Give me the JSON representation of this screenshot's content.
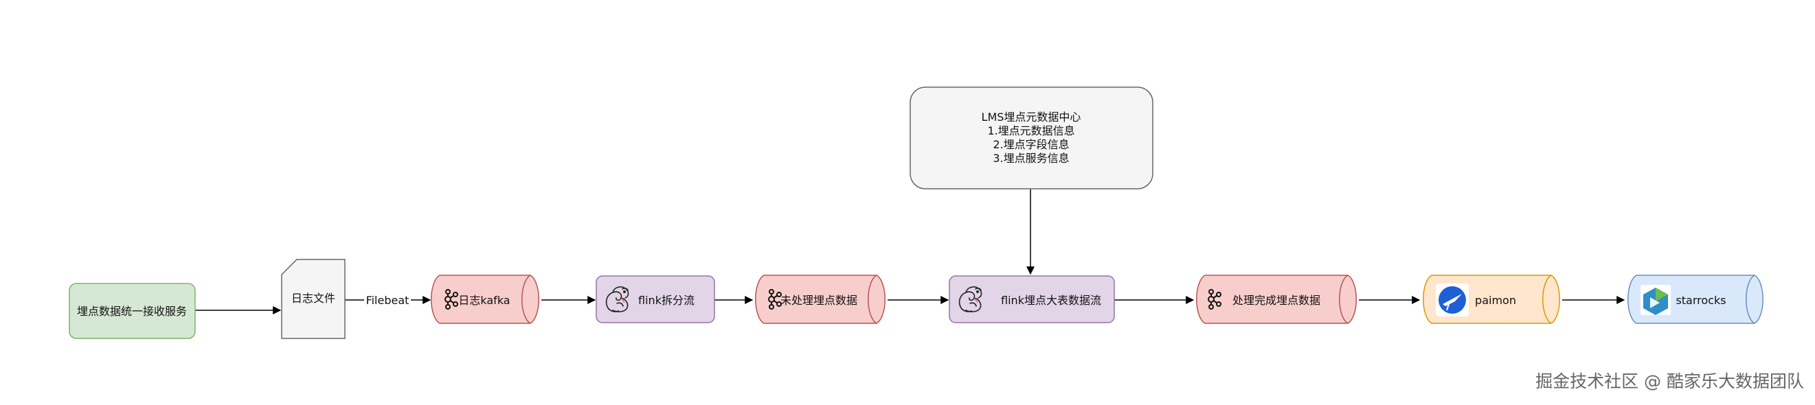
{
  "nodes": {
    "receive_service": "埋点数据统一接收服务",
    "log_file": "日志文件",
    "log_kafka": "日志kafka",
    "flink_split": "flink拆分流",
    "unprocessed": "未处理埋点数据",
    "flink_wide": "flink埋点大表数据流",
    "processed": "处理完成埋点数据",
    "paimon": "paimon",
    "starrocks": "starrocks"
  },
  "lms": {
    "title": "LMS埋点元数据中心",
    "items": [
      "1.埋点元数据信息",
      "2.埋点字段信息",
      "3.埋点服务信息"
    ]
  },
  "edge_labels": {
    "filebeat": "Filebeat"
  },
  "watermark": "掘金技术社区 @ 酷家乐大数据团队",
  "icons": {
    "kafka": "kafka-icon",
    "flink": "flink-squirrel-icon",
    "paimon": "paimon-icon",
    "starrocks": "starrocks-icon"
  },
  "colors": {
    "green_fill": "#d5e8d4",
    "green_stroke": "#82b366",
    "red_fill": "#f8cecc",
    "red_stroke": "#b85450",
    "purple_fill": "#e1d5e7",
    "purple_stroke": "#9673a6",
    "orange_fill": "#ffe6cc",
    "orange_stroke": "#d79b00",
    "blue_fill": "#dae8fc",
    "blue_stroke": "#6c8ebf",
    "gray_fill": "#f5f5f5",
    "gray_stroke": "#666666"
  }
}
